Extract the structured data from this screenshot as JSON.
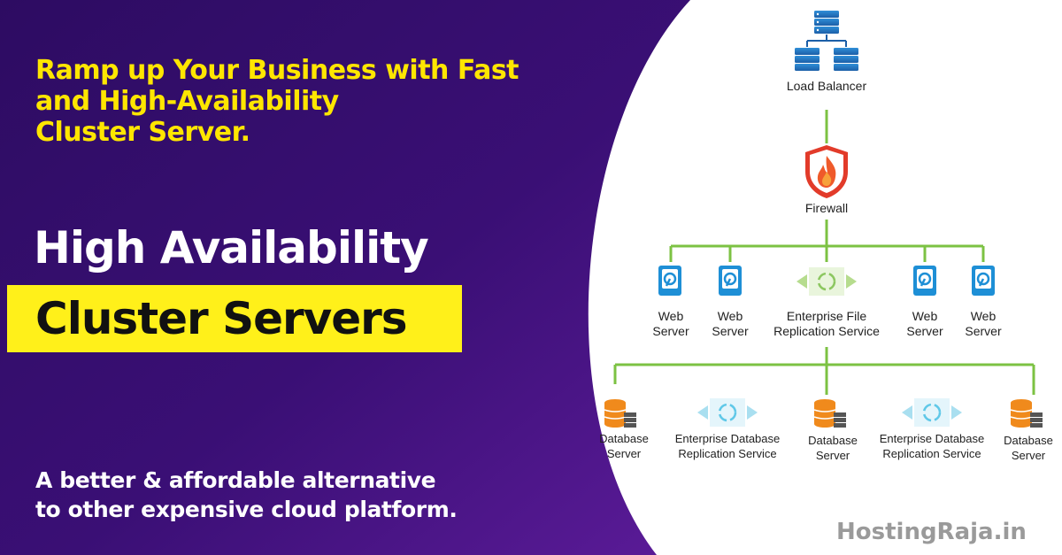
{
  "headline": {
    "lines": [
      "Ramp up Your Business with Fast",
      "and High-Availability",
      "Cluster Server."
    ]
  },
  "title": {
    "main": "High Availability",
    "sub": "Cluster Servers"
  },
  "tagline": {
    "lines": [
      "A better & affordable alternative",
      "to other expensive cloud platform."
    ]
  },
  "brand": "HostingRaja.in",
  "diagram": {
    "load_balancer": "Load Balancer",
    "firewall": "Firewall",
    "web_servers": [
      [
        "Web",
        "Server"
      ],
      [
        "Web",
        "Server"
      ],
      [
        "Web",
        "Server"
      ],
      [
        "Web",
        "Server"
      ]
    ],
    "file_replication": [
      "Enterprise File",
      "Replication Service"
    ],
    "database_servers": [
      [
        "Database",
        "Server"
      ],
      [
        "Database",
        "Server"
      ],
      [
        "Database",
        "Server"
      ]
    ],
    "db_replications": [
      [
        "Enterprise Database",
        "Replication Service"
      ],
      [
        "Enterprise Database",
        "Replication Service"
      ]
    ]
  },
  "colors": {
    "purple_dark": "#2a0b5e",
    "purple_light": "#5a1c9a",
    "yellow": "#ffe600",
    "connector_green": "#7cc243",
    "icon_blue": "#1e8fd6",
    "db_orange": "#f08a1c",
    "firewall_red": "#e23b2a",
    "replication_cyan": "#5fc8e8"
  }
}
